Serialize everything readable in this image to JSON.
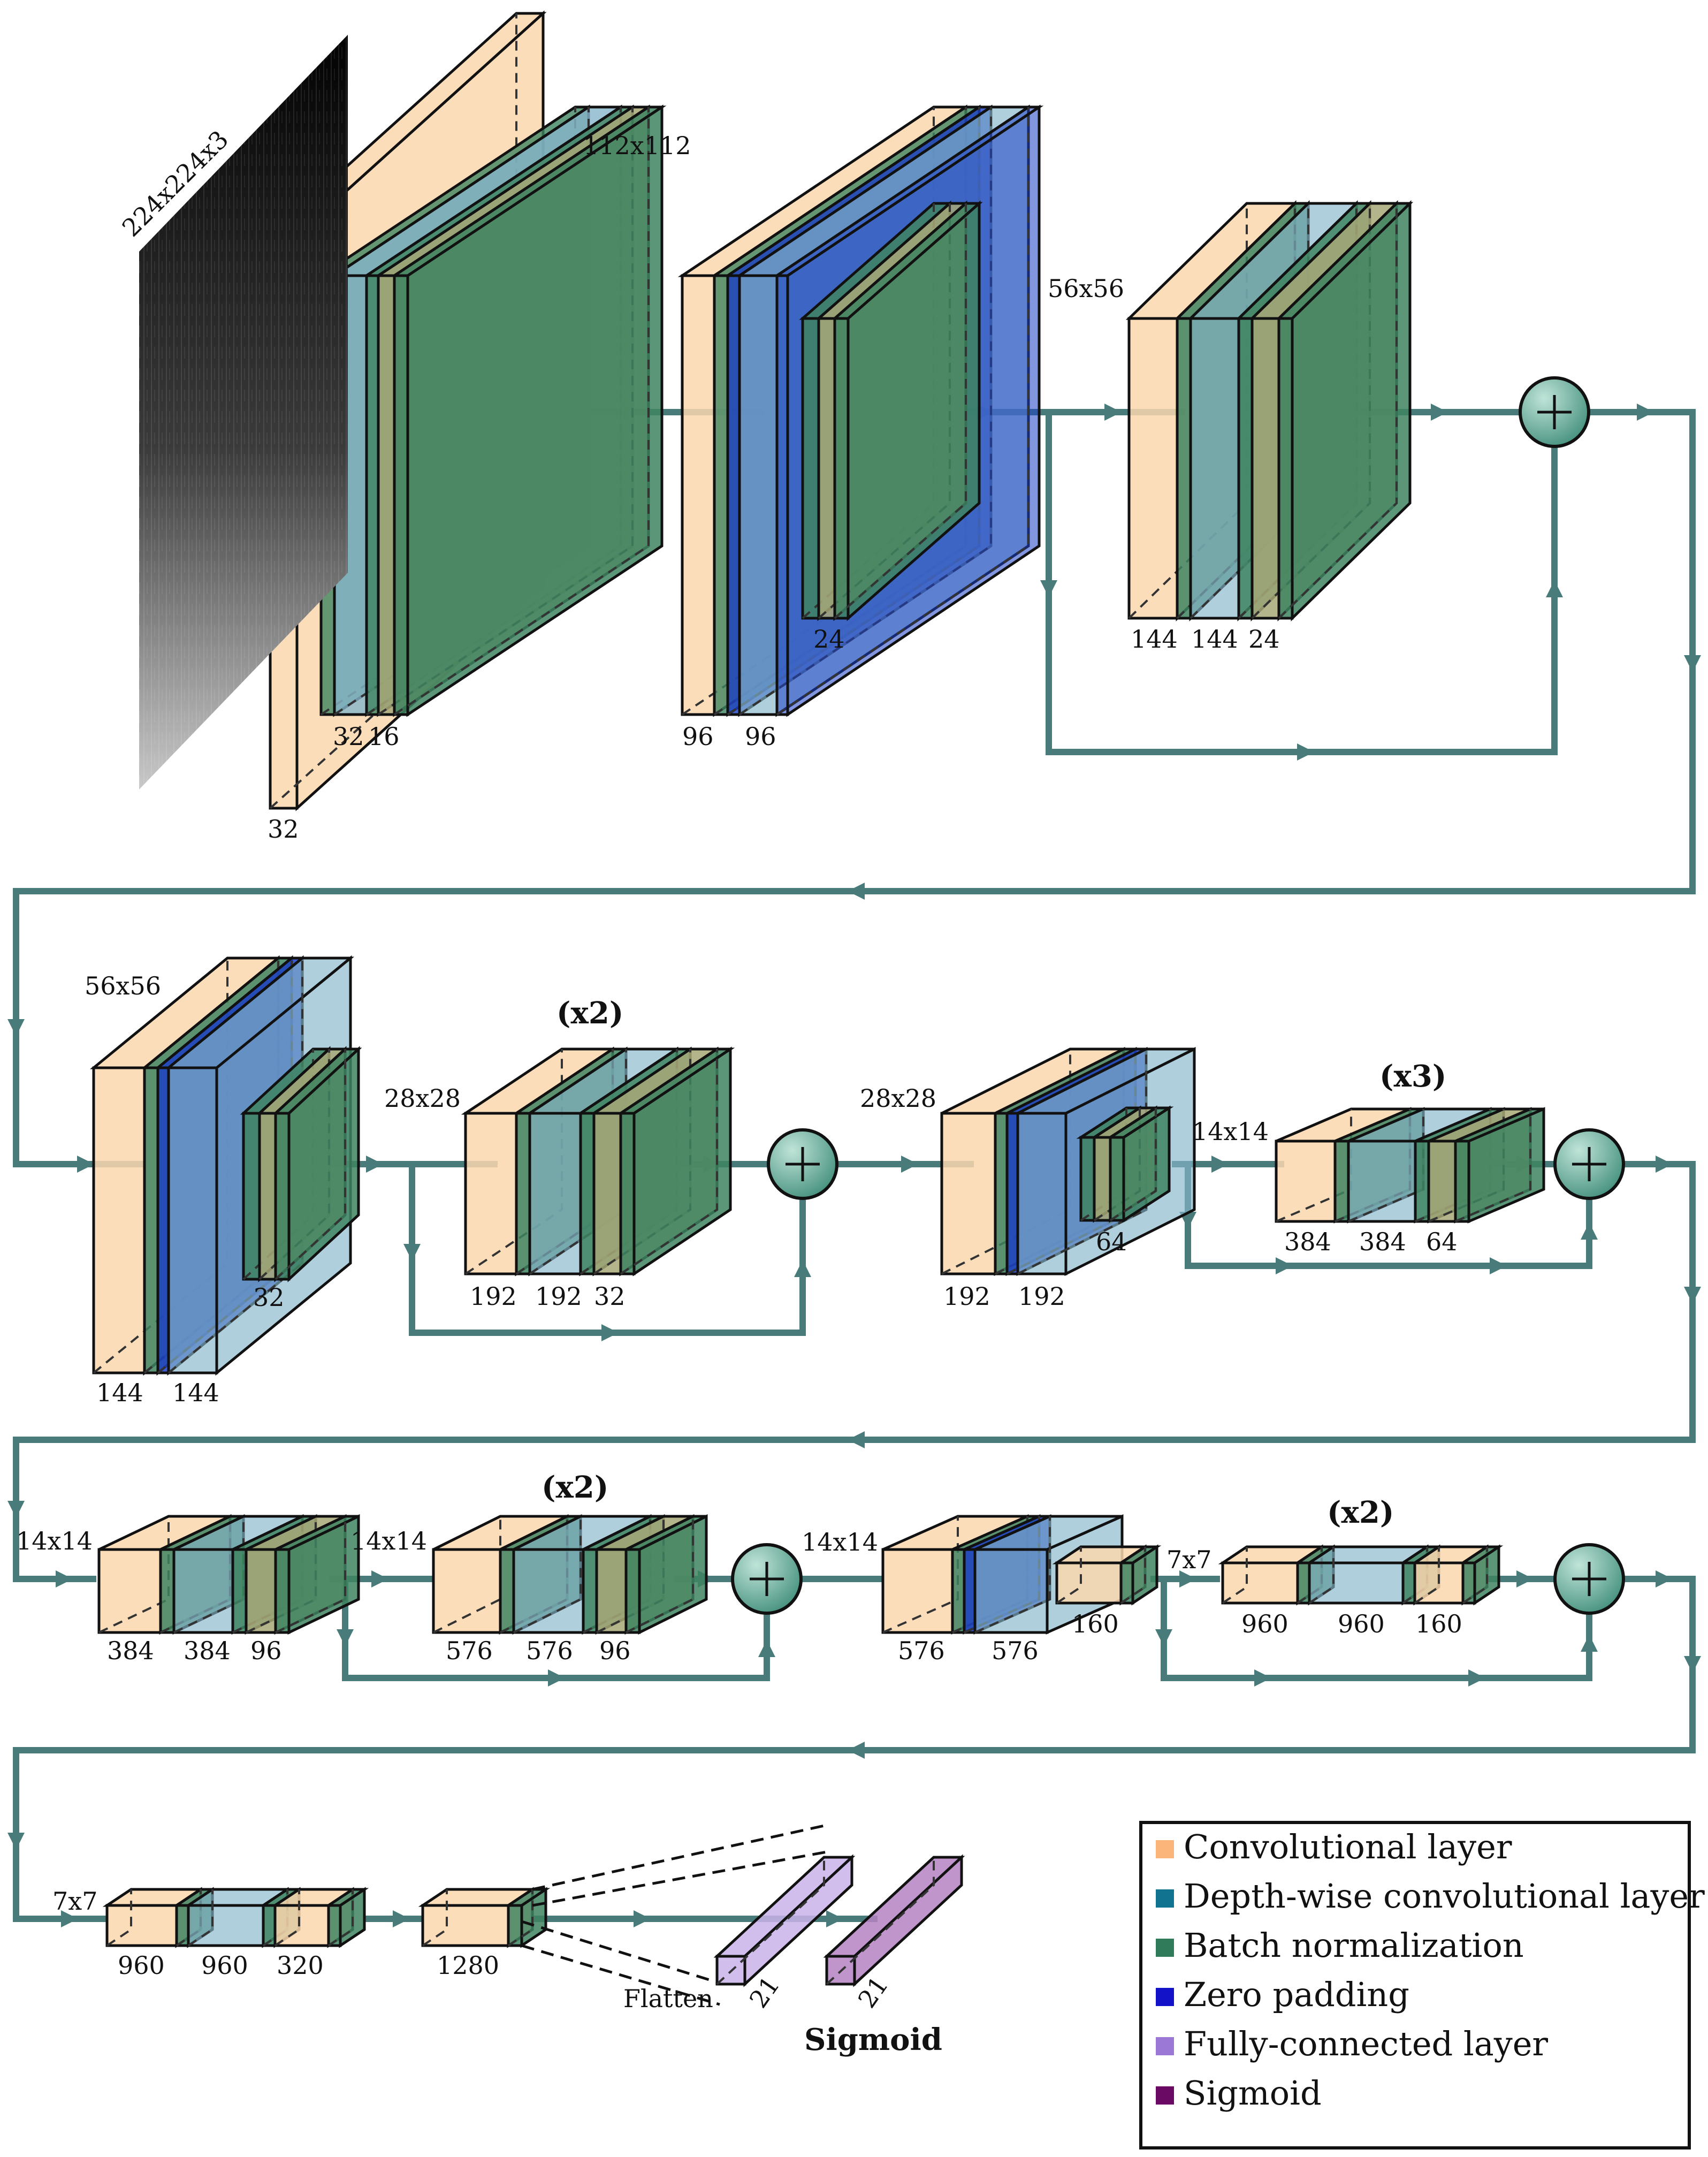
{
  "colors": {
    "conv": "#fad7ae",
    "depthwise": "#86b5cb",
    "batchnorm": "#3e8460",
    "zeropad": "#1c3fc4",
    "fc": "#c9b3ea",
    "sigmoid": "#b583c2",
    "connector": "#4a7b7b",
    "add_node": "#5ea695"
  },
  "labels": {
    "input_dim": "224x224x3",
    "dim_112": "112x112",
    "dim_56a": "56x56",
    "dim_56b": "56x56",
    "dim_28a": "28x28",
    "dim_28b": "28x28",
    "dim_14a": "14x14",
    "dim_14b": "14x14",
    "dim_14c": "14x14",
    "dim_14d": "14x14",
    "dim_7a": "7x7",
    "dim_7b": "7x7",
    "n32": "32",
    "n32b": "32",
    "n16": "16",
    "n96a": "96",
    "n96b": "96",
    "n24a": "24",
    "n144a": "144",
    "n144b": "144",
    "n24b": "24",
    "n144c": "144",
    "n144d": "144",
    "n32c": "32",
    "n192a": "192",
    "n192b": "192",
    "n32d": "32",
    "n192c": "192",
    "n192d": "192",
    "n64a": "64",
    "n384a": "384",
    "n384b": "384",
    "n64b": "64",
    "n384c": "384",
    "n384d": "384",
    "n96c": "96",
    "n576a": "576",
    "n576b": "576",
    "n96d": "96",
    "n576c": "576",
    "n576d": "576",
    "n160a": "160",
    "n960a": "960",
    "n960b": "960",
    "n160b": "160",
    "n960c": "960",
    "n960d": "960",
    "n320": "320",
    "n1280": "1280",
    "n21a": "21",
    "n21b": "21",
    "flatten": "Flatten",
    "sigmoid_title": "Sigmoid",
    "rep_x2a": "(x2)",
    "rep_x3": "(x3)",
    "rep_x2b": "(x2)",
    "rep_x2c": "(x2)",
    "add_symbol": "+"
  },
  "legend": {
    "items": [
      {
        "label": "Convolutional layer",
        "color": "#fbb57a"
      },
      {
        "label": "Depth-wise convolutional layer",
        "color": "#11738f"
      },
      {
        "label": "Batch normalization",
        "color": "#2f7b5a"
      },
      {
        "label": "Zero padding",
        "color": "#1412c9"
      },
      {
        "label": "Fully-connected layer",
        "color": "#9b77d6"
      },
      {
        "label": "Sigmoid",
        "color": "#6a0a64"
      }
    ]
  }
}
